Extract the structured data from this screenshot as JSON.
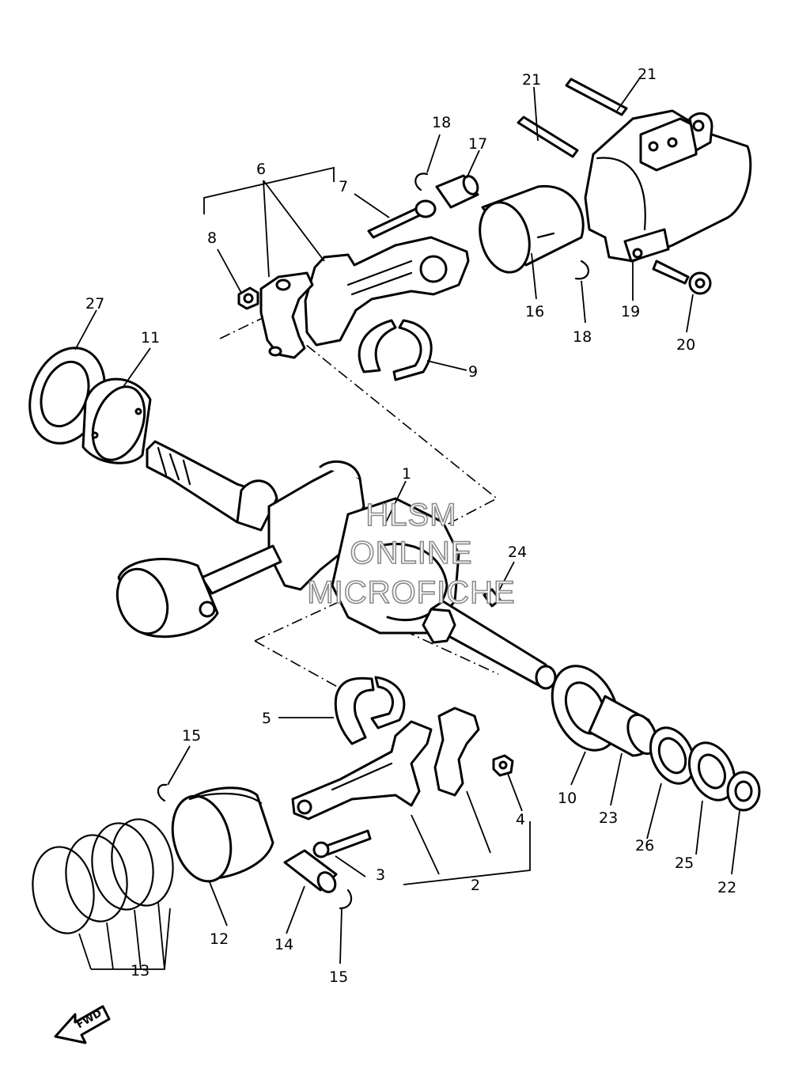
{
  "callouts": [
    {
      "id": "1",
      "label": "1"
    },
    {
      "id": "2",
      "label": "2"
    },
    {
      "id": "3",
      "label": "3"
    },
    {
      "id": "4",
      "label": "4"
    },
    {
      "id": "5",
      "label": "5"
    },
    {
      "id": "6",
      "label": "6"
    },
    {
      "id": "7",
      "label": "7"
    },
    {
      "id": "8",
      "label": "8"
    },
    {
      "id": "9",
      "label": "9"
    },
    {
      "id": "10",
      "label": "10"
    },
    {
      "id": "11",
      "label": "11"
    },
    {
      "id": "12",
      "label": "12"
    },
    {
      "id": "13",
      "label": "13"
    },
    {
      "id": "14",
      "label": "14"
    },
    {
      "id": "15a",
      "label": "15"
    },
    {
      "id": "15b",
      "label": "15"
    },
    {
      "id": "16",
      "label": "16"
    },
    {
      "id": "17",
      "label": "17"
    },
    {
      "id": "18a",
      "label": "18"
    },
    {
      "id": "18b",
      "label": "18"
    },
    {
      "id": "19",
      "label": "19"
    },
    {
      "id": "20",
      "label": "20"
    },
    {
      "id": "21a",
      "label": "21"
    },
    {
      "id": "21b",
      "label": "21"
    },
    {
      "id": "22",
      "label": "22"
    },
    {
      "id": "23",
      "label": "23"
    },
    {
      "id": "24",
      "label": "24"
    },
    {
      "id": "25",
      "label": "25"
    },
    {
      "id": "26",
      "label": "26"
    },
    {
      "id": "27",
      "label": "27"
    }
  ],
  "watermark": {
    "line1": "HLSM",
    "line2": "ONLINE",
    "line3": "MICROFICHE"
  },
  "direction_arrow": {
    "label": "FWD"
  }
}
